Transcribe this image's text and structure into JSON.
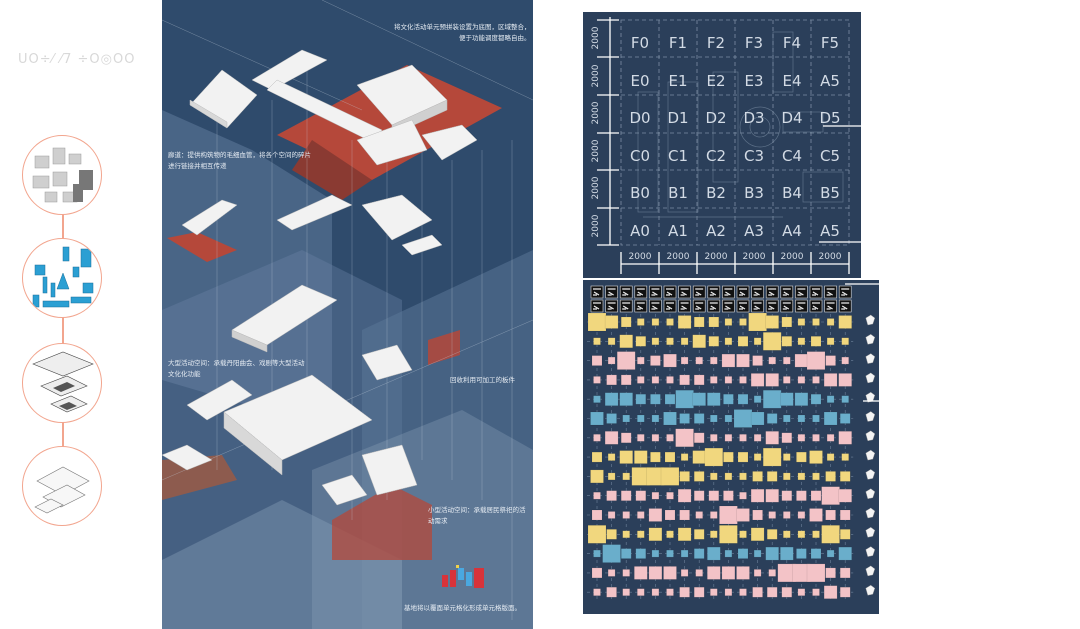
{
  "logo_strip": "UO÷⁄ ⁄7  ÷O◎OO",
  "left_steps": [
    {
      "name": "grey-buildings-step"
    },
    {
      "name": "blue-components-step"
    },
    {
      "name": "assembly-step"
    },
    {
      "name": "white-plan-step"
    }
  ],
  "poster": {
    "annotations": {
      "top_right": [
        "将文化活动单元预拼装设置为底图，区域整合，",
        "便于功能调度都略自由。"
      ],
      "corridor": [
        "廊道：提供构筑物的毛细血管，将各个空间的碎片",
        "进行链接并相互传递"
      ],
      "large_space": [
        "大型活动空间：承载丹阳曲会、戏剧等大型活动",
        "文化化功能"
      ],
      "recycle": "回收利用可加工的板件",
      "small_space": [
        "小型活动空间：承载居民祭祀的活",
        "动需求"
      ],
      "bottom": "基地将以覆面单元格化形成单元格版面。"
    },
    "colors": {
      "background": "#2f4b6c",
      "panel": "#6a86a6",
      "red": "#b5483a",
      "brown": "#9a5a45"
    }
  },
  "grid_panel": {
    "rows": [
      [
        "F0",
        "F1",
        "F2",
        "F3",
        "F4",
        "F5"
      ],
      [
        "E0",
        "E1",
        "E2",
        "E3",
        "E4",
        "A5"
      ],
      [
        "D0",
        "D1",
        "D2",
        "D3",
        "D4",
        "D5"
      ],
      [
        "C0",
        "C1",
        "C2",
        "C3",
        "C4",
        "C5"
      ],
      [
        "B0",
        "B1",
        "B2",
        "B3",
        "B4",
        "B5"
      ],
      [
        "A0",
        "A1",
        "A2",
        "A3",
        "A4",
        "A5"
      ]
    ],
    "row_dims": [
      "2000",
      "2000",
      "2000",
      "2000",
      "2000",
      "2000"
    ],
    "col_dims": [
      "2000",
      "2000",
      "2000",
      "2000",
      "2000",
      "2000"
    ]
  },
  "matrix_panel": {
    "columns": 18,
    "thumbnail_rows": 2,
    "row_colors": [
      "yellow",
      "yellow",
      "pink",
      "pink",
      "blue",
      "blue",
      "pink",
      "yellow",
      "yellow",
      "pink",
      "pink",
      "yellow",
      "blue",
      "pink",
      "pink"
    ],
    "palette": {
      "yellow": "#f1d77e",
      "pink": "#f3c3c7",
      "blue": "#6aaecb"
    }
  }
}
